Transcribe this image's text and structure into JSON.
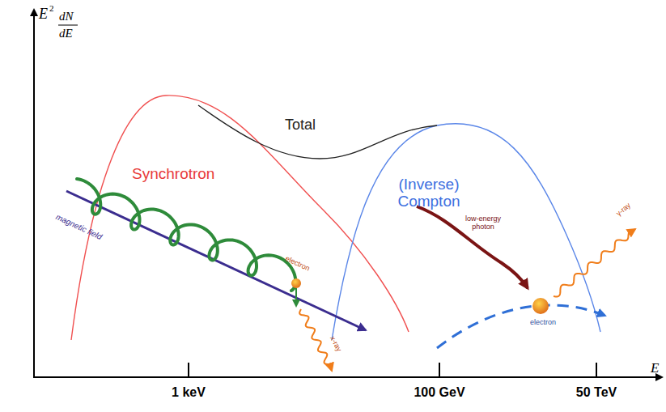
{
  "diagram": {
    "labels": [
      "E",
      "2",
      "dN",
      "dE",
      "Total",
      "Synchrotron",
      "(Inverse) Compton",
      "magnetic field",
      "electron",
      "x-ray",
      "low-energy photon",
      "electron",
      "γ-ray",
      "1 keV",
      "100 GeV",
      "50 TeV",
      "E"
    ]
  }
}
